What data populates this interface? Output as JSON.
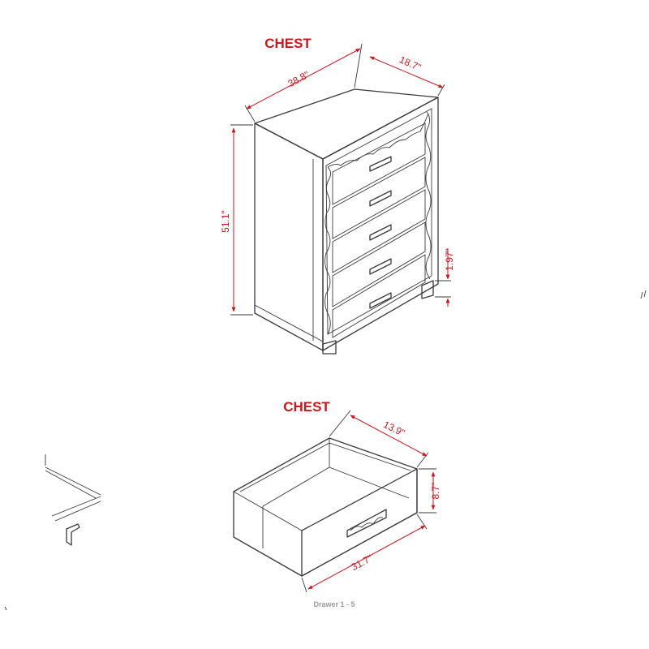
{
  "top_view": {
    "title": "CHEST",
    "width_label": "38.8\"",
    "depth_label": "18.7\"",
    "height_label": "51.1\"",
    "leg_label": "1.97\""
  },
  "drawer_view": {
    "title": "CHEST",
    "depth_label": "13.9\"",
    "height_label": "8.7\"",
    "width_label": "31.7\"",
    "caption": "Drawer 1 - 5"
  },
  "colors": {
    "title": "#c8191f",
    "dimension_line": "#c8191f",
    "outline": "#3a3a3a",
    "caption": "#9a9a9a"
  }
}
